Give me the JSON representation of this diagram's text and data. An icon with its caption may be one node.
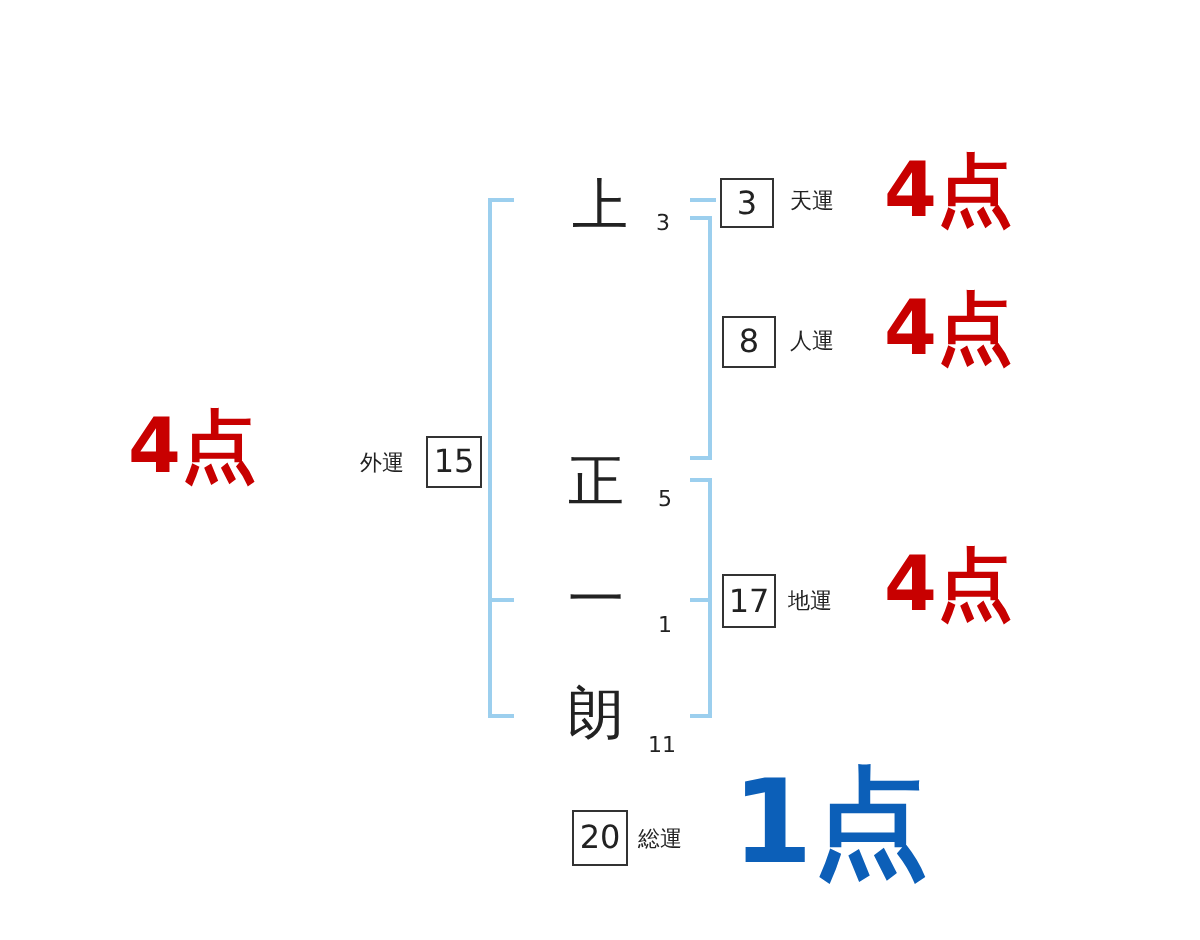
{
  "diagram": {
    "nodes": [
      {
        "text": [
          "3"
        ],
        "beside": [
          "天運",
          "4点"
        ]
      },
      {
        "text": [
          "8"
        ],
        "beside": [
          "人運",
          "4点"
        ]
      },
      {
        "text": [
          "15"
        ],
        "beside": [
          "外運",
          "4点"
        ]
      },
      {
        "text": [
          "17"
        ],
        "beside": [
          "地運",
          "4点"
        ]
      },
      {
        "text": [
          "20"
        ],
        "beside": [
          "総運",
          "1点"
        ]
      }
    ],
    "labels": [
      "上",
      "3",
      "正",
      "5",
      "一",
      "1",
      "朗",
      "11"
    ]
  }
}
